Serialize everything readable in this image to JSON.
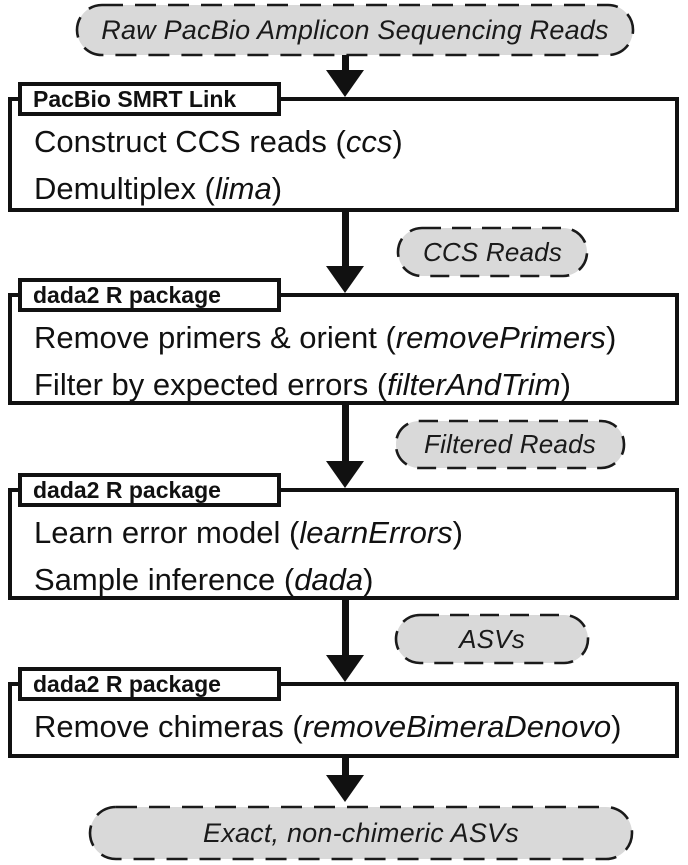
{
  "colors": {
    "pill_fill": "#d9d9d9",
    "stroke": "#1a1a1a",
    "box_border": "#111111",
    "box_fill": "#ffffff",
    "text": "#111111"
  },
  "pills": {
    "input": {
      "label": "Raw PacBio Amplicon Sequencing Reads"
    },
    "ccs": {
      "label": "CCS Reads"
    },
    "filtered": {
      "label": "Filtered Reads"
    },
    "asvs": {
      "label": "ASVs"
    },
    "output": {
      "label": "Exact, non-chimeric ASVs"
    }
  },
  "boxes": [
    {
      "tab": "PacBio SMRT Link",
      "lines": [
        {
          "pre": "Construct CCS reads (",
          "code": "ccs",
          "post": ")"
        },
        {
          "pre": "Demultiplex (",
          "code": "lima",
          "post": ")"
        }
      ]
    },
    {
      "tab": "dada2 R package",
      "lines": [
        {
          "pre": "Remove primers & orient (",
          "code": "removePrimers",
          "post": ")"
        },
        {
          "pre": "Filter by expected errors (",
          "code": "filterAndTrim",
          "post": ")"
        }
      ]
    },
    {
      "tab": "dada2 R package",
      "lines": [
        {
          "pre": "Learn error model (",
          "code": "learnErrors",
          "post": ")"
        },
        {
          "pre": "Sample inference (",
          "code": "dada",
          "post": ")"
        }
      ]
    },
    {
      "tab": "dada2 R package",
      "lines": [
        {
          "pre": "Remove chimeras (",
          "code": "removeBimeraDenovo",
          "post": ")"
        }
      ]
    }
  ]
}
